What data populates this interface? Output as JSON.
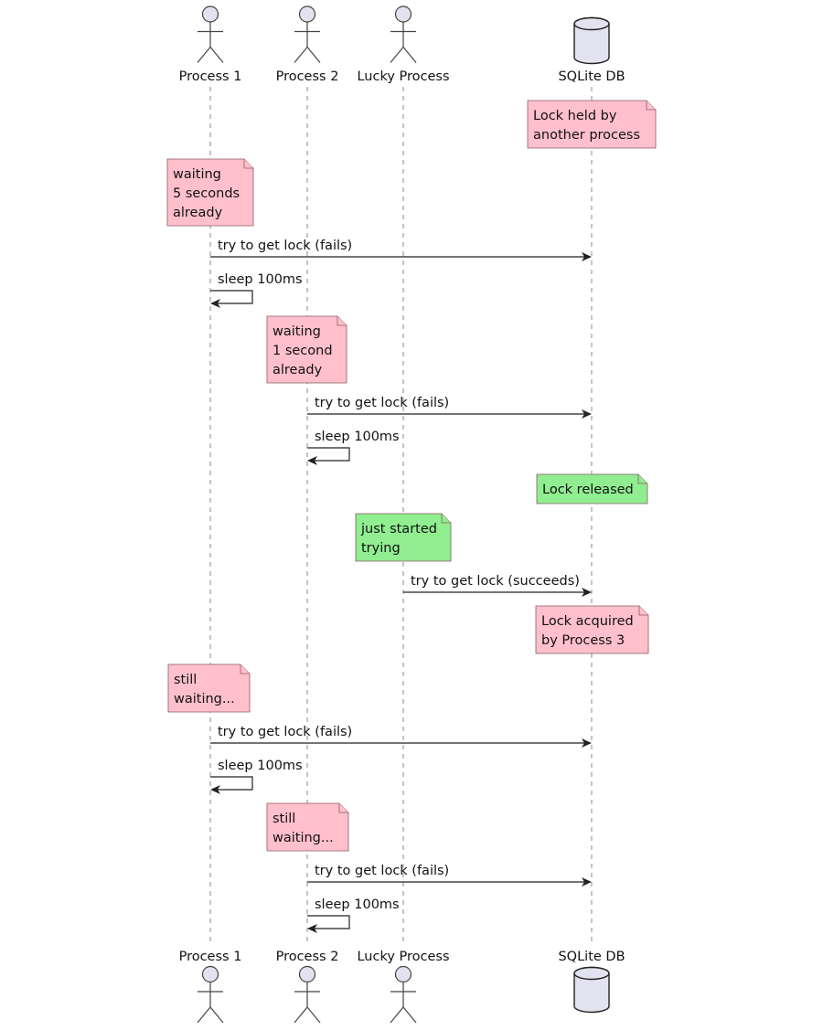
{
  "participants": [
    {
      "id": "p1",
      "name": "Process 1",
      "kind": "actor"
    },
    {
      "id": "p2",
      "name": "Process 2",
      "kind": "actor"
    },
    {
      "id": "p3",
      "name": "Lucky Process",
      "kind": "actor"
    },
    {
      "id": "db",
      "name": "SQLite DB",
      "kind": "database"
    }
  ],
  "colors": {
    "note_waiting": "#ffc0cb",
    "note_success": "#90ee90",
    "participant_fill": "#e2e2f0",
    "line": "#222222",
    "lifeline": "#888888"
  },
  "events": [
    {
      "type": "note",
      "over": "db",
      "tone": "waiting",
      "lines": [
        "Lock held by",
        "another process"
      ]
    },
    {
      "type": "note",
      "over": "p1",
      "tone": "waiting",
      "lines": [
        "waiting",
        "5 seconds",
        "already"
      ]
    },
    {
      "type": "message",
      "from": "p1",
      "to": "db",
      "label": "try to get lock (fails)"
    },
    {
      "type": "self",
      "on": "p1",
      "label": "sleep 100ms"
    },
    {
      "type": "note",
      "over": "p2",
      "tone": "waiting",
      "lines": [
        "waiting",
        "1 second",
        "already"
      ]
    },
    {
      "type": "message",
      "from": "p2",
      "to": "db",
      "label": "try to get lock (fails)"
    },
    {
      "type": "self",
      "on": "p2",
      "label": "sleep 100ms"
    },
    {
      "type": "note",
      "over": "db",
      "tone": "success",
      "lines": [
        "Lock released"
      ]
    },
    {
      "type": "note",
      "over": "p3",
      "tone": "success",
      "lines": [
        "just started",
        "trying"
      ]
    },
    {
      "type": "message",
      "from": "p3",
      "to": "db",
      "label": "try to get lock (succeeds)"
    },
    {
      "type": "note",
      "over": "db",
      "tone": "waiting",
      "lines": [
        "Lock acquired",
        "by Process 3"
      ]
    },
    {
      "type": "note",
      "over": "p1",
      "tone": "waiting",
      "lines": [
        "still",
        "waiting..."
      ]
    },
    {
      "type": "message",
      "from": "p1",
      "to": "db",
      "label": "try to get lock (fails)"
    },
    {
      "type": "self",
      "on": "p1",
      "label": "sleep 100ms"
    },
    {
      "type": "note",
      "over": "p2",
      "tone": "waiting",
      "lines": [
        "still",
        "waiting..."
      ]
    },
    {
      "type": "message",
      "from": "p2",
      "to": "db",
      "label": "try to get lock (fails)"
    },
    {
      "type": "self",
      "on": "p2",
      "label": "sleep 100ms"
    }
  ]
}
